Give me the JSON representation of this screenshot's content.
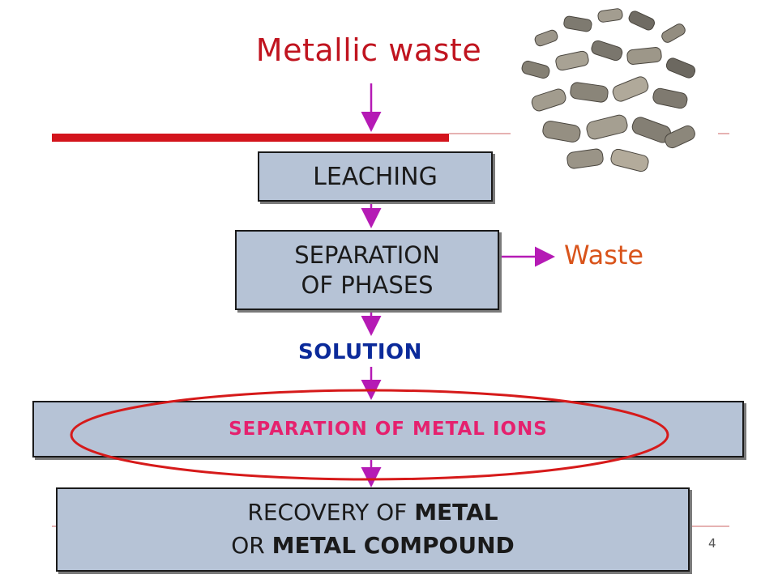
{
  "diagram": {
    "title": "Metallic waste",
    "steps": {
      "leaching": "LEACHING",
      "separation_line1": "SEPARATION",
      "separation_line2": "OF PHASES",
      "solution": "SOLUTION",
      "ions": "SEPARATION OF METAL IONS",
      "recovery_line1_pre": "RECOVERY OF ",
      "recovery_line1_bold": "METAL",
      "recovery_line2_pre": "OR ",
      "recovery_line2_bold": "METAL COMPOUND"
    },
    "waste_label": "Waste",
    "page_number": "4"
  },
  "colors": {
    "title": "#c0141f",
    "box_fill": "#b6c3d6",
    "arrow": "#b51ab5",
    "highlight_ellipse": "#d61a1a",
    "accent_bar": "#d3141c"
  }
}
